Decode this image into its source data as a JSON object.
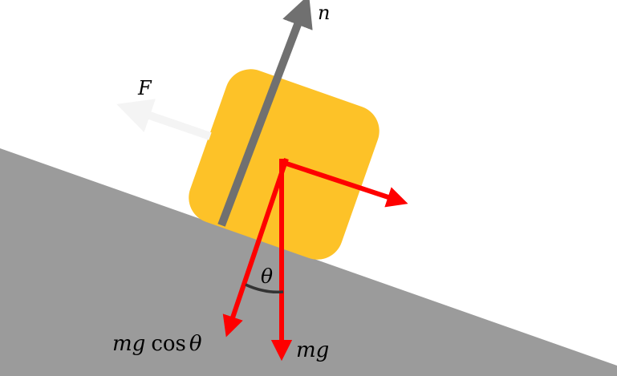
{
  "colors": {
    "background": "#ffffff",
    "incline": "#9b9b9b",
    "block": "#fdc228",
    "normal_force": "#707070",
    "friction_force": "#f4f4f4",
    "gravity_components": "#fe0000",
    "angle_arc": "#333333",
    "label_text": "#000000"
  },
  "labels": {
    "normal_force": "n",
    "friction_force": "F",
    "angle": "θ",
    "mg_cos_m": "m",
    "mg_cos_g": "g",
    "mg_cos_fn": "cos",
    "mg_cos_theta": "θ",
    "weight": "mg"
  }
}
